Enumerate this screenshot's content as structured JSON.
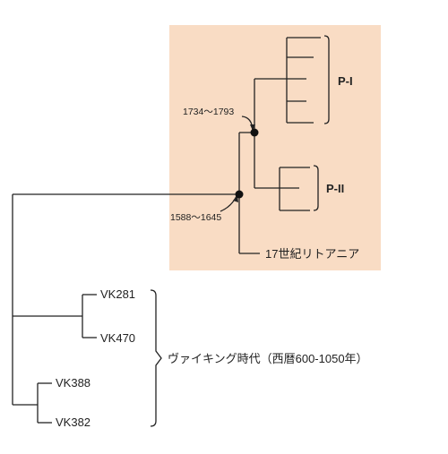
{
  "colors": {
    "highlight_box": "#f9dcc4",
    "lines": "#222222",
    "nodes": "#111111"
  },
  "clades": {
    "p1_label": "P-I",
    "p2_label": "P-II",
    "lithuania_label": "17世紀リトアニア"
  },
  "dates": {
    "upper_node": "1734～1793",
    "lower_node": "1588～1645"
  },
  "samples": {
    "vk281": "VK281",
    "vk470": "VK470",
    "vk388": "VK388",
    "vk382": "VK382"
  },
  "viking_label": "ヴァイキング時代（西暦600-1050年）"
}
